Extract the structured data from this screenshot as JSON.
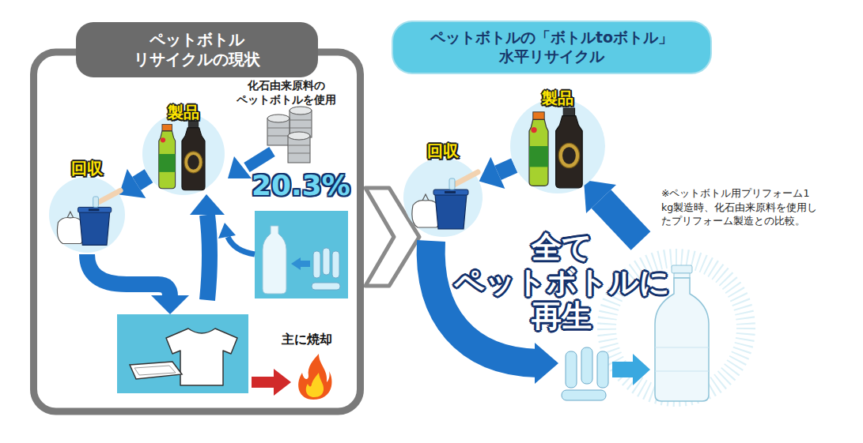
{
  "diagram": {
    "nodes": [
      {
        "text": [
          "ペットボトル リサイクルの現状"
        ]
      },
      {
        "text": [
          "製品"
        ],
        "in": 0
      },
      {
        "text": [
          "回収"
        ],
        "in": 0
      },
      {
        "text": [
          "ペットボトルの「ボトルtoボトル」 水平リサイクル"
        ]
      },
      {
        "text": [
          "製品"
        ]
      },
      {
        "text": [
          "回収"
        ]
      }
    ],
    "edges": [
      {
        "from": 1,
        "to": 2,
        "arrow": "to"
      },
      {
        "from": 4,
        "to": 5,
        "arrow": "to"
      }
    ],
    "labels": [
      "化石由来原料の ペットボトルを使用",
      "20.3%",
      "主に焼却",
      "全て ペットボトルに 再生",
      "※ペットボトル用プリフォーム1 kg製造時、化石由来原料を使用し たプリフォーム製造との比較。"
    ]
  }
}
